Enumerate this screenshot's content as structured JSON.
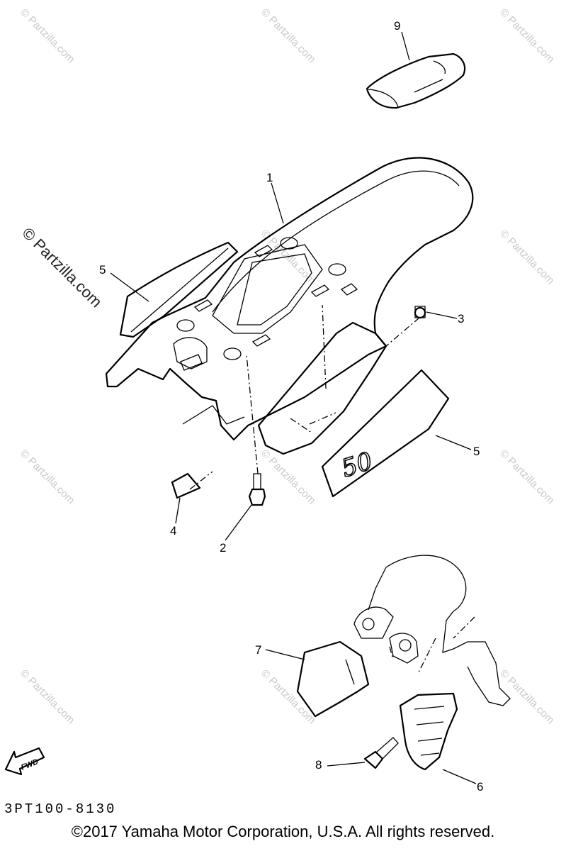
{
  "watermark": {
    "text": "© Partzilla.com",
    "prominent_text": "© Partzilla.com"
  },
  "callouts": {
    "c1": "1",
    "c2": "2",
    "c3": "3",
    "c4": "4",
    "c5a": "5",
    "c5b": "5",
    "c6": "6",
    "c7": "7",
    "c8": "8",
    "c9": "9"
  },
  "decal_number": "50",
  "fwd_arrow_label": "FWD",
  "diagram_code": "3PT100-8130",
  "copyright": "©2017 Yamaha Motor Corporation, U.S.A. All rights reserved."
}
